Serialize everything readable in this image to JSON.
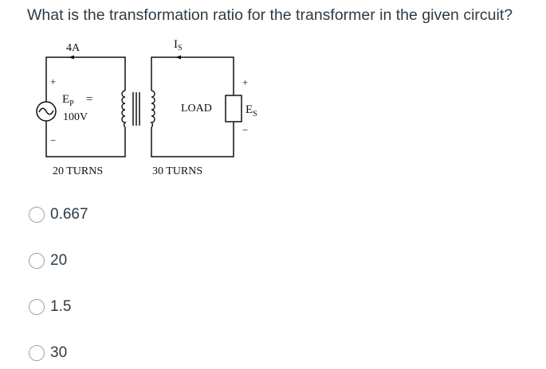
{
  "question": {
    "text": "What is the transformation ratio for the transformer in the given circuit?"
  },
  "diagram": {
    "primary_current": "4A",
    "secondary_current_main": "I",
    "secondary_current_sub": "S",
    "ep_main": "E",
    "ep_sub": "P",
    "ep_equals": "=",
    "ep_value": "100V",
    "plus_sign": "+",
    "minus_sign": "−",
    "load_label": "LOAD",
    "es_main": "E",
    "es_sub": "S",
    "primary_turns": "20 TURNS",
    "secondary_turns": "30 TURNS"
  },
  "options": [
    {
      "label": "0.667"
    },
    {
      "label": "20"
    },
    {
      "label": "1.5"
    },
    {
      "label": "30"
    }
  ]
}
